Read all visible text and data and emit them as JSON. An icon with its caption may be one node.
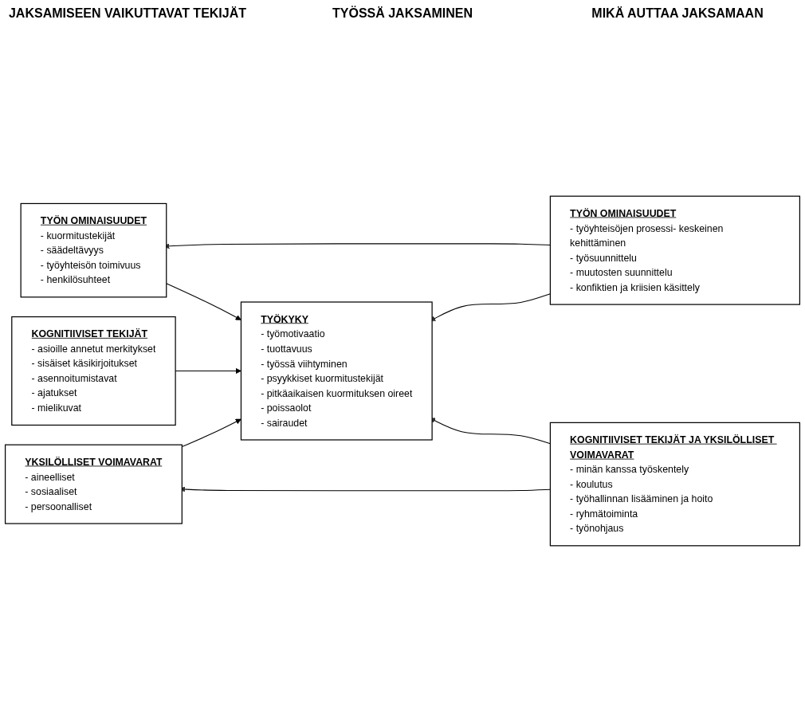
{
  "diagram": {
    "nodes": [
      {
        "text": [
          "TYÖN OMINAISUUDET",
          "- kuormitustekijät",
          "- säädeltävyys",
          "- työyhteisön toimivuus",
          "- henkilösuhteet"
        ]
      },
      {
        "text": [
          "KOGNITIIVISET TEKIJÄT",
          "- asioille annetut merkitykset",
          "- sisäiset käsikirjoitukset",
          "- asennoitumistavat",
          "- ajatukset",
          "- mielikuvat"
        ]
      },
      {
        "text": [
          "YKSILÖLLISET VOIMAVARAT",
          "- aineelliset",
          "- sosiaaliset",
          "- persoonalliset"
        ]
      },
      {
        "text": [
          "TYÖKYKY",
          "- työmotivaatio",
          "- tuottavuus",
          "- työssä viihtyminen",
          "- psyykkiset kuormitustekijät",
          "- pitkäaikaisen kuormituksen oireet",
          "- poissaolot",
          "- sairaudet"
        ]
      },
      {
        "text": [
          "TYÖN OMINAISUUDET",
          "- työyhteisöjen prosessi- keskeinen kehittäminen",
          "- työsuunnittelu",
          "- muutosten suunnittelu",
          "- konfiktien ja kriisien käsittely"
        ]
      },
      {
        "text": [
          "KOGNITIIVISET TEKIJÄT JA YKSILÖLLISET VOIMAVARAT",
          "- minän kanssa työskentely",
          "- koulutus",
          "- työhallinnan lisääminen ja hoito",
          "- ryhmätoiminta",
          "- työnohjaus"
        ]
      }
    ],
    "edges": [
      {
        "from": 4,
        "to": 0,
        "arrow": "to"
      },
      {
        "from": 0,
        "to": 3,
        "arrow": "to"
      },
      {
        "from": 4,
        "to": 3,
        "arrow": "to"
      },
      {
        "from": 1,
        "to": 3,
        "arrow": "to"
      },
      {
        "from": 2,
        "to": 3,
        "arrow": "to"
      },
      {
        "from": 5,
        "to": 3,
        "arrow": "to"
      },
      {
        "from": 5,
        "to": 2,
        "arrow": "to"
      }
    ],
    "labels": [
      "JAKSAMISEEN VAIKUTTAVAT TEKIJÄT",
      "TYÖSSÄ JAKSAMINEN",
      "MIKÄ AUTTAA JAKSAMAAN"
    ]
  }
}
